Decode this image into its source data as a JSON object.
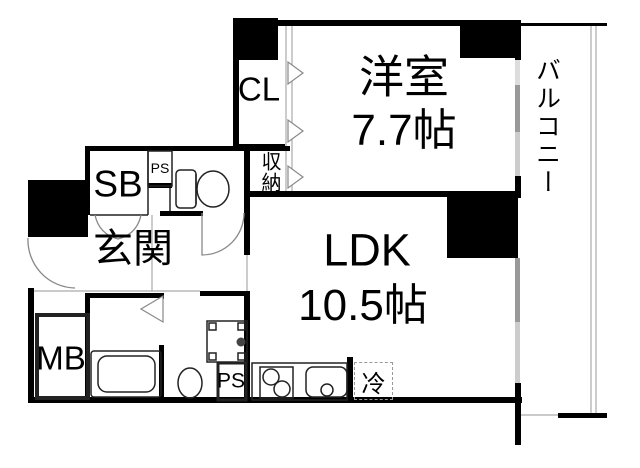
{
  "floor_plan": {
    "type": "apartment-floor-plan",
    "rooms": {
      "western_room": {
        "label": "洋室",
        "size": "7.7帖"
      },
      "ldk": {
        "label": "LDK",
        "size": "10.5帖"
      },
      "balcony": {
        "label": "バルコニー"
      },
      "entrance": {
        "label": "玄関"
      },
      "closet": {
        "label": "CL"
      },
      "storage": {
        "label": "収納"
      },
      "shoe_box": {
        "label": "SB"
      },
      "meter_box": {
        "label": "MB"
      },
      "pipe_space_upper": {
        "label": "PS"
      },
      "pipe_space_lower": {
        "label": "PS"
      },
      "refrigerator_space": {
        "label": "冷"
      }
    },
    "fixtures": [
      "toilet-icon",
      "bathtub-icon",
      "washbasin-icon",
      "washing-machine-pan-icon",
      "stove-burners-icon",
      "kitchen-sink-icon"
    ],
    "colors": {
      "wall": "#000000",
      "window_pane": "#999999",
      "window_pane_light": "#cccccc",
      "door_arc": "#888888",
      "background": "#ffffff"
    }
  }
}
